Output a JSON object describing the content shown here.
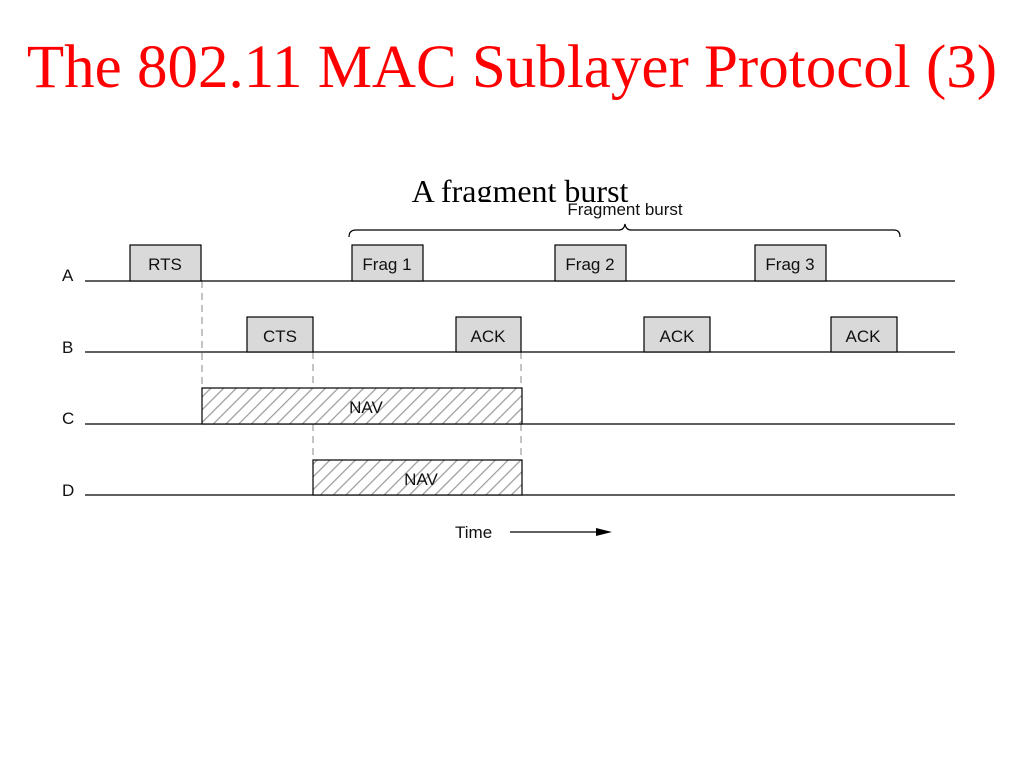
{
  "slide": {
    "title": "The 802.11 MAC Sublayer Protocol (3)",
    "subtitle": "A fragment burst"
  },
  "colors": {
    "title": "#ff0000",
    "frame_fill": "#d9d9d9",
    "hatch": "#9a9a9a",
    "line": "#000000",
    "guide": "#888888"
  },
  "diagram": {
    "burst_label": "Fragment burst",
    "time_label": "Time",
    "stations": [
      {
        "id": "A",
        "label": "A"
      },
      {
        "id": "B",
        "label": "B"
      },
      {
        "id": "C",
        "label": "C"
      },
      {
        "id": "D",
        "label": "D"
      }
    ],
    "frames": [
      {
        "station": "A",
        "label": "RTS"
      },
      {
        "station": "A",
        "label": "Frag 1"
      },
      {
        "station": "A",
        "label": "Frag 2"
      },
      {
        "station": "A",
        "label": "Frag 3"
      },
      {
        "station": "B",
        "label": "CTS"
      },
      {
        "station": "B",
        "label": "ACK"
      },
      {
        "station": "B",
        "label": "ACK"
      },
      {
        "station": "B",
        "label": "ACK"
      }
    ],
    "nav": [
      {
        "station": "C",
        "label": "NAV"
      },
      {
        "station": "D",
        "label": "NAV"
      }
    ]
  }
}
